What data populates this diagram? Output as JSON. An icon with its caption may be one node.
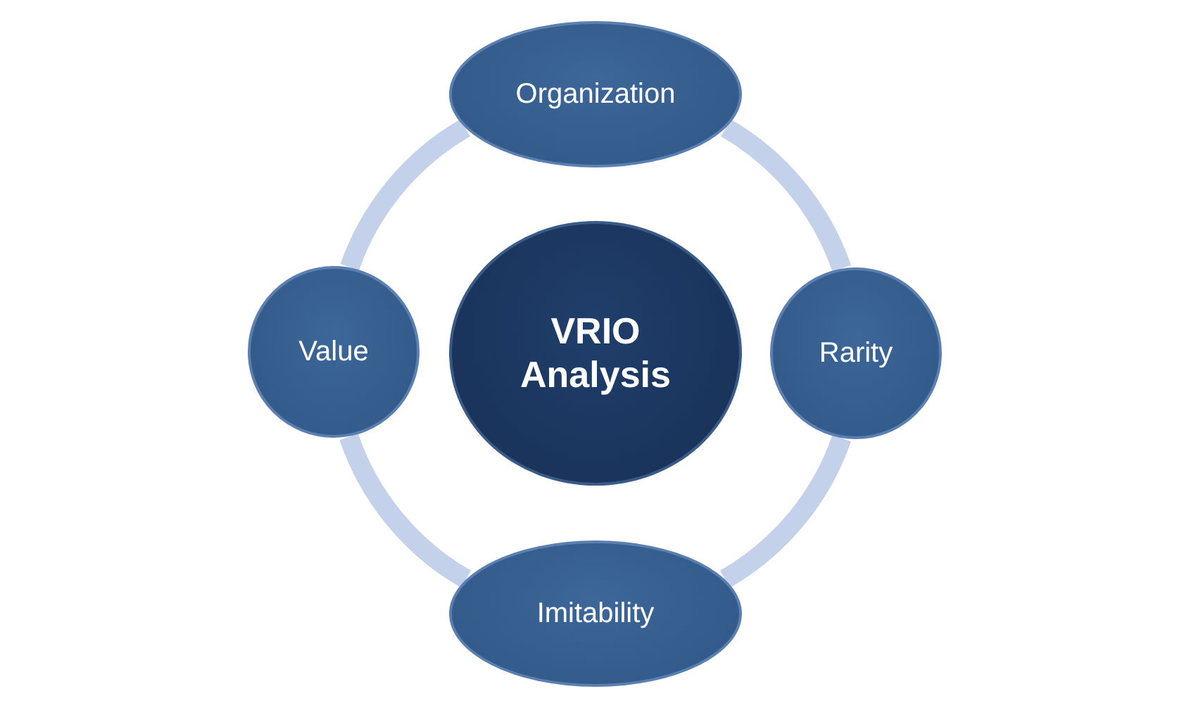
{
  "diagram": {
    "nodes": [
      {
        "text": [
          "Organization"
        ]
      },
      {
        "text": [
          "Value"
        ]
      },
      {
        "text": [
          "VRIO Analysis"
        ]
      },
      {
        "text": [
          "Rarity"
        ]
      },
      {
        "text": [
          "Imitability"
        ]
      }
    ],
    "edges": [
      {
        "from": 0,
        "to": 3,
        "arrow": "none"
      },
      {
        "from": 3,
        "to": 4,
        "arrow": "none"
      },
      {
        "from": 4,
        "to": 1,
        "arrow": "none"
      },
      {
        "from": 1,
        "to": 0,
        "arrow": "none"
      }
    ]
  }
}
